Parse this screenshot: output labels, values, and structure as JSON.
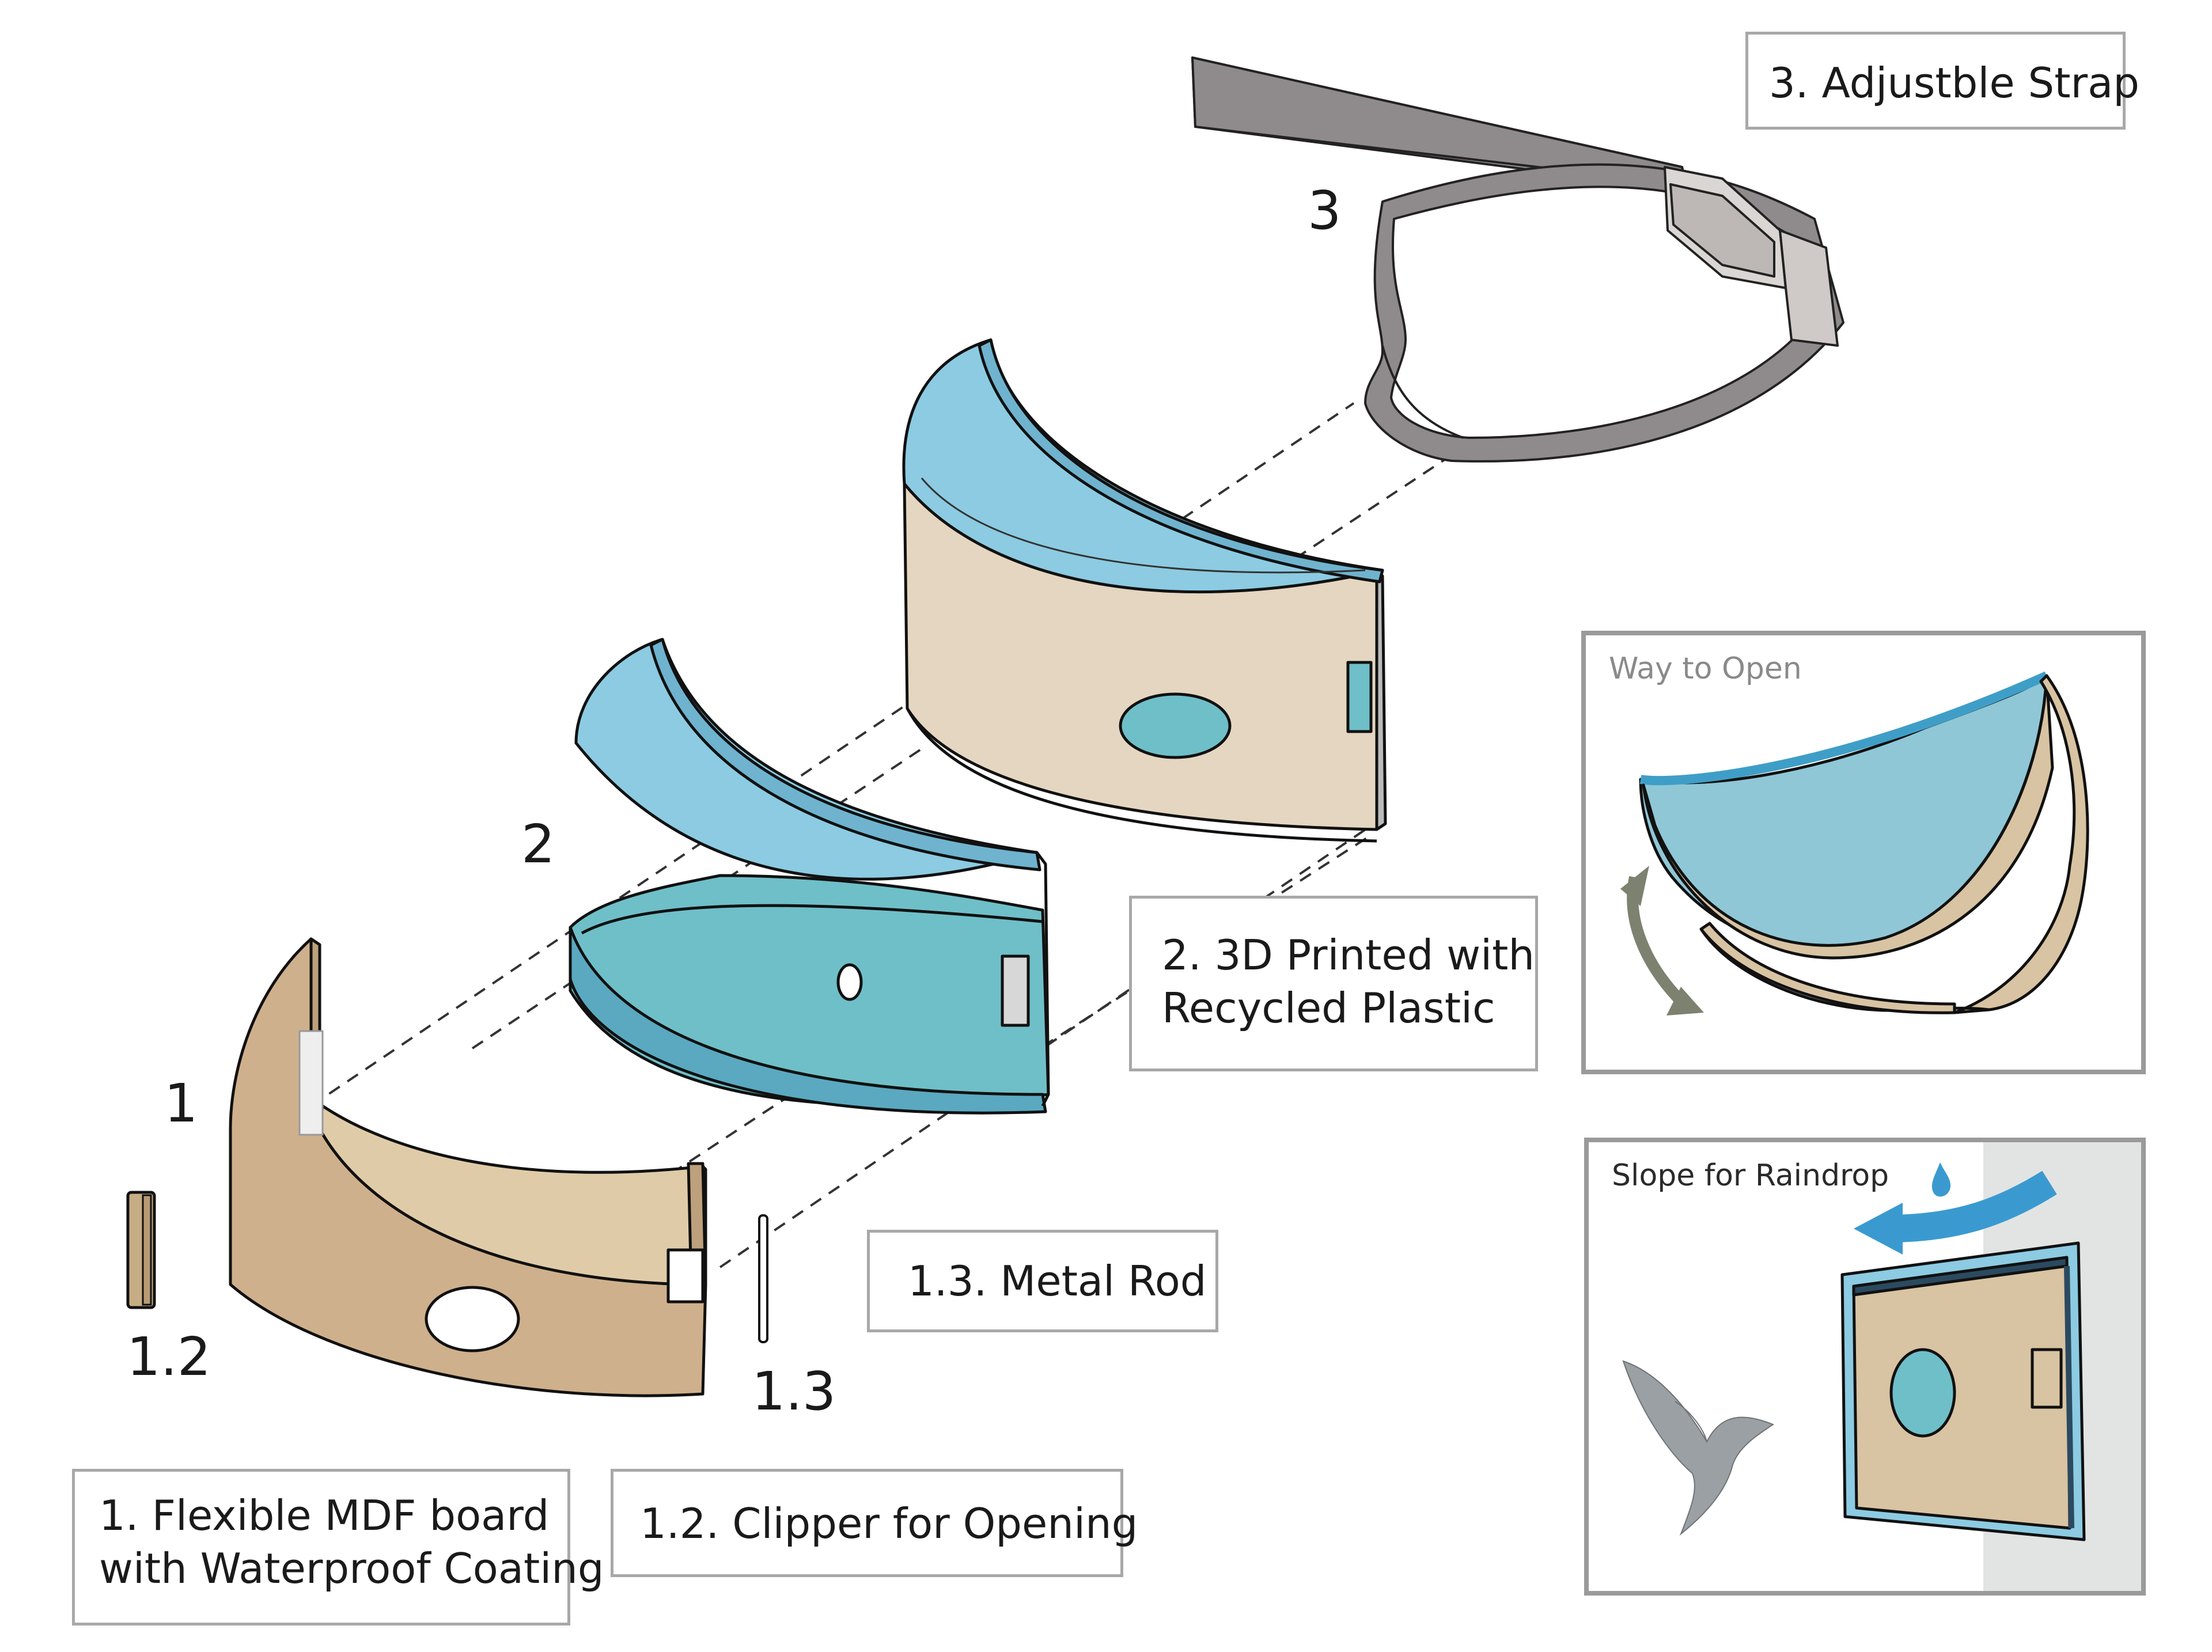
{
  "labels": {
    "part1": [
      "1. Flexible MDF board",
      "with Waterproof Coating"
    ],
    "part12": "1.2. Clipper for Opening",
    "part13": "1.3. Metal Rod",
    "part2": [
      "2. 3D Printed with",
      "Recycled Plastic"
    ],
    "part3": "3. Adjustble Strap"
  },
  "numbers": {
    "n1": "1",
    "n12": "1.2",
    "n13": "1.3",
    "n2": "2",
    "n3": "3"
  },
  "panels": {
    "open_title": "Way to Open",
    "slope_title": "Slope for Raindrop"
  },
  "colors": {
    "wood": "#d8c3a2",
    "wood_dark": "#c7ad86",
    "plastic_blue": "#8ccbe2",
    "plastic_teal": "#6fbfc8",
    "strap_gray": "#8f8a8b",
    "arrow_blue": "#3a9ad0",
    "arrow_olive": "#7d8270",
    "frame_gray": "#a8a8a8"
  }
}
